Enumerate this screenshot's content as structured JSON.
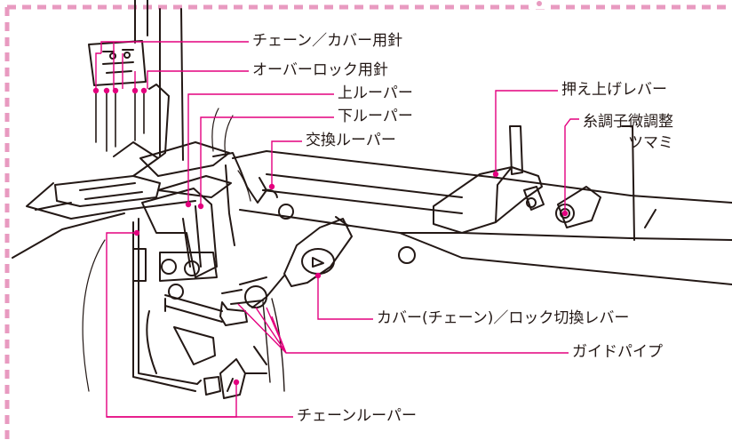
{
  "colors": {
    "leader": "#e4007f",
    "border": "#e89ac0",
    "drawing": "#231815",
    "background": "#ffffff"
  },
  "labels": {
    "chain_cover_needle": "チェーン／カバー用針",
    "overlock_needle": "オーバーロック用針",
    "upper_looper": "上ルーパー",
    "lower_looper": "下ルーパー",
    "exchange_looper": "交換ルーパー",
    "presser_lift_lever": "押え上げレバー",
    "thread_tension_knob": "糸調子微調整\nツマミ",
    "cover_lock_switch_lever": "カバー(チェーン)／ロック切換レバー",
    "guide_pipe": "ガイドパイプ",
    "chain_looper": "チェーンルーパー"
  }
}
